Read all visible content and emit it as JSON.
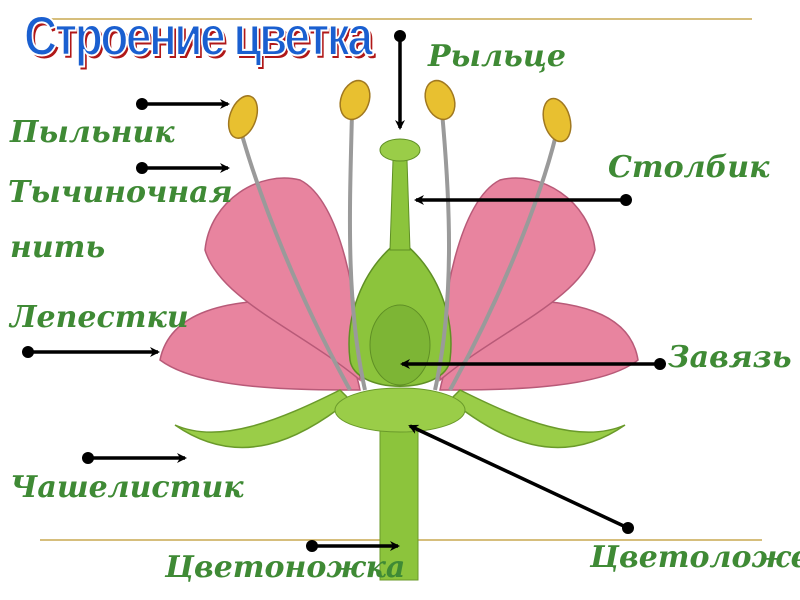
{
  "title": "Строение цветка",
  "labels": {
    "stigma": "Рыльце",
    "anther": "Пыльник",
    "filament_1": "Тычиночная",
    "filament_2": "нить",
    "petals": "Лепестки",
    "style": "Столбик",
    "ovary": "Завязь",
    "sepal": "Чашелистик",
    "pedicel": "Цветоножка",
    "receptacle": "Цветоложе"
  },
  "colors": {
    "label": "#3f8a35",
    "title": "#1a5fd0",
    "petal": "#e8849f",
    "green": "#8cc43c",
    "anther": "#e8c030",
    "rule": "#c8a850"
  }
}
